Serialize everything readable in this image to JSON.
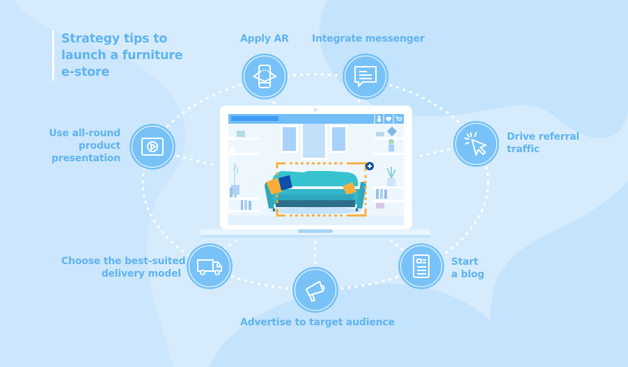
{
  "title": {
    "lines": [
      "Strategy tips to",
      "launch a furniture",
      "e-store"
    ]
  },
  "tips": [
    {
      "id": "apply-ar",
      "label_lines": [
        "Apply AR"
      ],
      "icon": "ar-phone-icon"
    },
    {
      "id": "integrate-messenger",
      "label_lines": [
        "Integrate messenger"
      ],
      "icon": "chat-bubble-icon"
    },
    {
      "id": "drive-referral-traffic",
      "label_lines": [
        "Drive referral",
        "traffic"
      ],
      "icon": "cursor-click-icon"
    },
    {
      "id": "start-blog",
      "label_lines": [
        "Start",
        "a blog"
      ],
      "icon": "document-icon"
    },
    {
      "id": "advertise",
      "label_lines": [
        "Advertise to target audience"
      ],
      "icon": "megaphone-icon"
    },
    {
      "id": "delivery-model",
      "label_lines": [
        "Choose the best-suited",
        "delivery model"
      ],
      "icon": "truck-icon"
    },
    {
      "id": "product-presentation",
      "label_lines": [
        "Use all-round",
        "product",
        "presentation"
      ],
      "icon": "video-play-icon"
    }
  ],
  "laptop": {
    "screen": {
      "toolbar_icons": [
        "user-icon",
        "heart-icon",
        "cart-icon"
      ],
      "product": "sofa",
      "ar_marker": "plus-icon"
    }
  },
  "colors": {
    "background": "#d6ecfd",
    "text_accent": "#5fb4f0",
    "node_fill": "#78c2f8",
    "sofa": "#36c3cf",
    "pillow_orange": "#f9ae3b",
    "pillow_blue": "#0d4fa8",
    "frame_orange": "#f9ae3b"
  }
}
